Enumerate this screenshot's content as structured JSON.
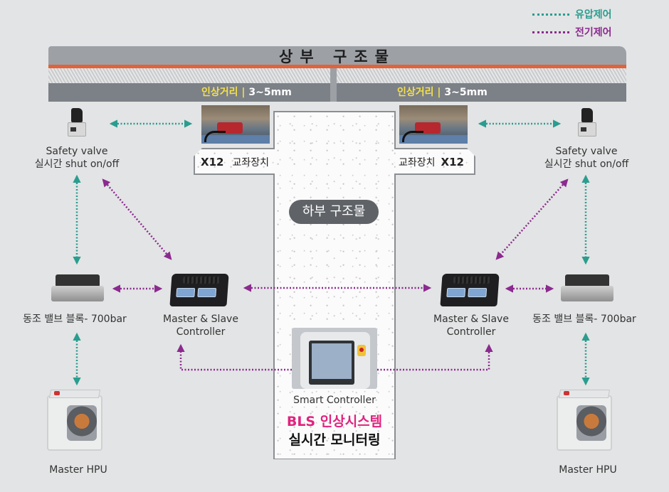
{
  "colors": {
    "hydraulic": "#2a9d8f",
    "electric": "#8b2a8f",
    "background": "#e3e4e5",
    "beam_accent": "#e2623a",
    "lift_highlight": "#f2e04c",
    "bls_pink": "#e0237e"
  },
  "legend": {
    "items": [
      {
        "label": "유압제어",
        "type": "hydraulic"
      },
      {
        "label": "전기제어",
        "type": "electric"
      }
    ]
  },
  "upper_structure": {
    "title": "상부 구조물"
  },
  "lift_distance": {
    "left": {
      "label": "인상거리",
      "separator": "|",
      "value": "3~5mm"
    },
    "right": {
      "label": "인상거리",
      "separator": "|",
      "value": "3~5mm"
    }
  },
  "bearing_device": {
    "left": {
      "count": "X12",
      "name": "교좌장치"
    },
    "right": {
      "count": "X12",
      "name": "교좌장치"
    }
  },
  "lower_structure": {
    "title": "하부 구조물"
  },
  "safety_valve": {
    "line1": "Safety valve",
    "line2": "실시간 shut on/off"
  },
  "valve_block": {
    "label": "동조 밸브 블록- 700bar"
  },
  "controller": {
    "line1": "Master & Slave",
    "line2": "Controller"
  },
  "hpu": {
    "label": "Master HPU"
  },
  "smart_controller": {
    "label": "Smart Controller",
    "title_pink": "BLS 인상시스템",
    "title_black": "실시간 모니터링"
  }
}
